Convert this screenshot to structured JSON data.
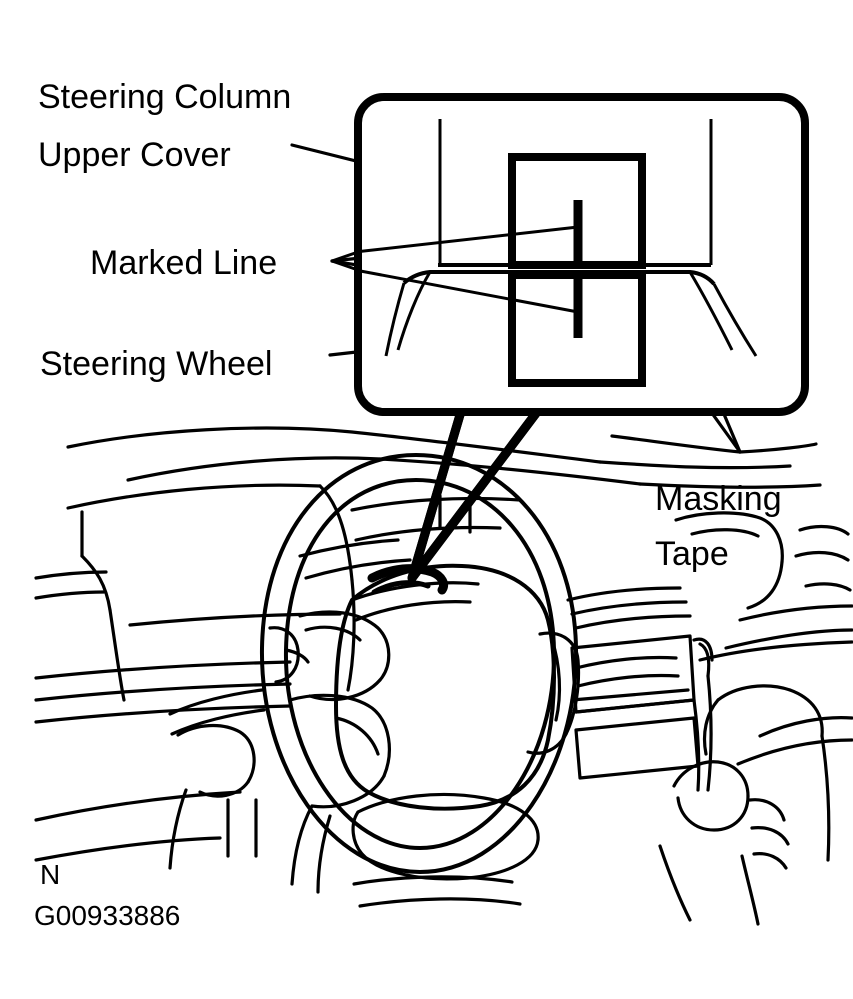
{
  "figure": {
    "title": "Steering Wheel Centering / Marked Line Alignment",
    "figure_code": "G00933886",
    "orientation_marker": "N",
    "line_color": "#000000",
    "background_color": "#ffffff"
  },
  "labels": {
    "steering_column_line1": "Steering Column",
    "steering_column_line2": "Upper Cover",
    "marked_line": "Marked Line",
    "steering_wheel": "Steering Wheel",
    "masking_tape_line1": "Masking",
    "masking_tape_line2": "Tape"
  },
  "callout": {
    "name": "detail-callout-box",
    "description": "Magnified detail of steering column upper cover and steering wheel hub showing two masking tape strips, each with a marked line",
    "items": [
      "upper masking tape strip",
      "lower masking tape strip",
      "upper marked line",
      "lower marked line",
      "steering column upper cover edge",
      "steering wheel edge"
    ]
  },
  "scene": {
    "name": "vehicle-interior-view",
    "elements": [
      "dashboard",
      "instrument cluster binnacle",
      "steering wheel",
      "airbag hub",
      "center console vents",
      "shift lever"
    ]
  }
}
